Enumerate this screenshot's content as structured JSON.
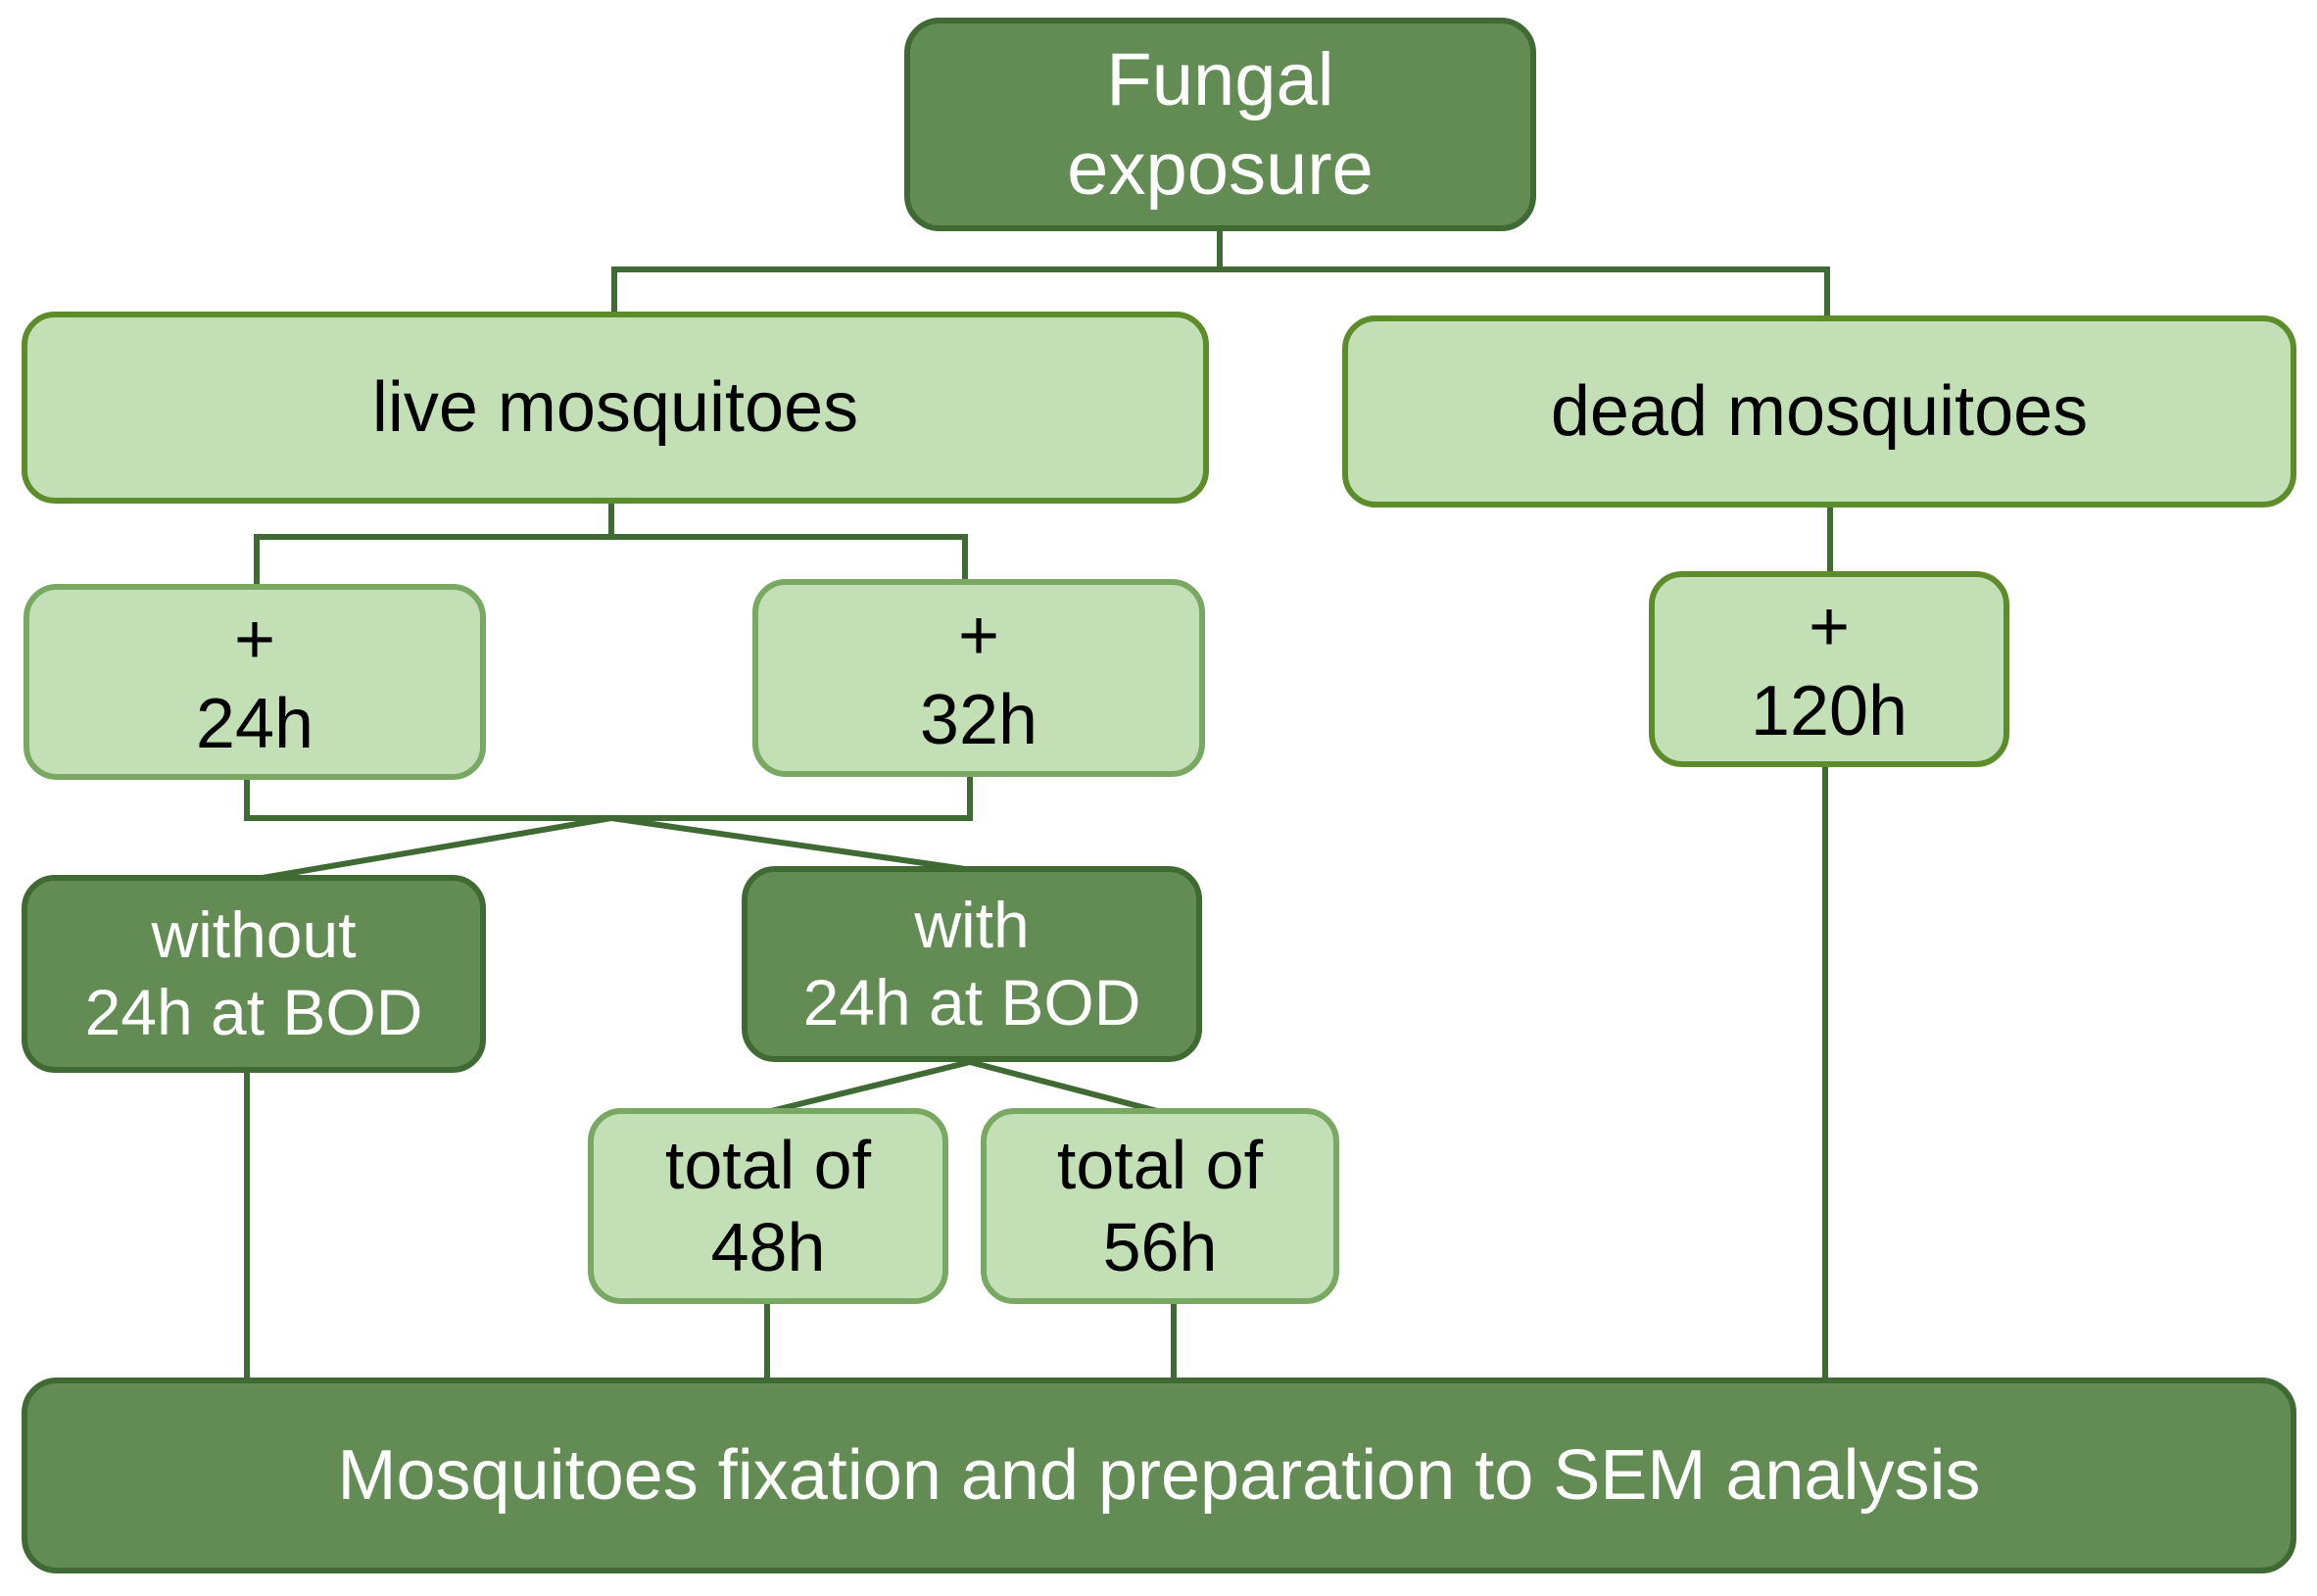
{
  "diagram": {
    "nodes": {
      "fungal_exposure": {
        "line1": "Fungal",
        "line2": "exposure"
      },
      "live_mosquitoes": {
        "label": "live mosquitoes"
      },
      "dead_mosquitoes": {
        "label": "dead mosquitoes"
      },
      "plus_24h": {
        "line1": "+",
        "line2": "24h"
      },
      "plus_32h": {
        "line1": "+",
        "line2": "32h"
      },
      "plus_120h": {
        "line1": "+",
        "line2": "120h"
      },
      "without_bod": {
        "line1": "without",
        "line2": "24h at BOD"
      },
      "with_bod": {
        "line1": "with",
        "line2": "24h at BOD"
      },
      "total_48h": {
        "line1": "total of",
        "line2": "48h"
      },
      "total_56h": {
        "line1": "total of",
        "line2": "56h"
      },
      "sem_analysis": {
        "label": "Mosquitoes fixation and preparation to SEM analysis"
      }
    },
    "colors": {
      "dark_fill": "#628c54",
      "dark_border": "#3f6a33",
      "light_fill": "#c2dfb5",
      "light_border": "#78a862",
      "connector": "#3f6a33"
    }
  }
}
